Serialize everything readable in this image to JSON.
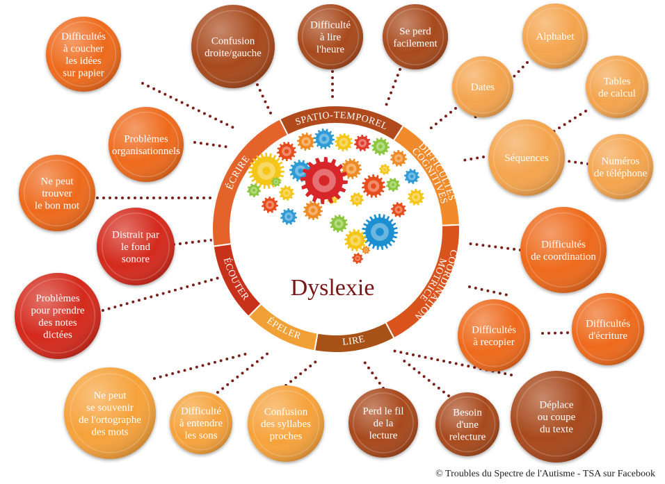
{
  "center": {
    "title": "Dyslexie",
    "title_color": "#7a1515"
  },
  "ring": {
    "segments": [
      {
        "id": "ecrire",
        "label": "ÉCRIRE",
        "color": "#e4632a"
      },
      {
        "id": "spatio",
        "label": "SPATIO-TEMPOREL",
        "color": "#b04a1c"
      },
      {
        "id": "cognitives",
        "label": "DIFFICULTÉS COGNITIVES",
        "line1": "DIFFICULTÉS",
        "line2": "COGNITIVES",
        "color": "#f08a2a"
      },
      {
        "id": "coordination",
        "label": "COORDINATION MOTRICE",
        "line1": "COORDINATION",
        "line2": "MOTRICE",
        "color": "#d9541c"
      },
      {
        "id": "lire",
        "label": "LIRE",
        "color": "#a85218"
      },
      {
        "id": "epeler",
        "label": "ÉPELER",
        "color": "#f0a035"
      },
      {
        "id": "ecouter",
        "label": "ÉCOUTER",
        "color": "#c8321a"
      }
    ]
  },
  "bubbles": [
    {
      "id": "difficultes-coucher-idees",
      "lines": [
        "Difficultés",
        "à coucher",
        "les idées",
        "sur papier"
      ],
      "color": "#ee6a1e"
    },
    {
      "id": "problemes-organisationnels",
      "lines": [
        "Problèmes",
        "organisationnels"
      ],
      "color": "#ee6a1e"
    },
    {
      "id": "ne-peut-trouver-bon-mot",
      "lines": [
        "Ne peut",
        "trouver",
        "le bon mot"
      ],
      "color": "#ee6a1e"
    },
    {
      "id": "distrait-fond-sonore",
      "lines": [
        "Distrait par",
        "le fond",
        "sonore"
      ],
      "color": "#d42a1c"
    },
    {
      "id": "problemes-prendre-notes",
      "lines": [
        "Problèmes",
        "pour prendre",
        "des notes",
        "dictées"
      ],
      "color": "#d42a1c"
    },
    {
      "id": "confusion-droite-gauche",
      "lines": [
        "Confusion",
        "droite/gauche"
      ],
      "color": "#a8481a"
    },
    {
      "id": "difficulte-lire-heure",
      "lines": [
        "Difficulté",
        "à lire",
        "l'heure"
      ],
      "color": "#a8481a"
    },
    {
      "id": "se-perd-facilement",
      "lines": [
        "Se perd",
        "facilement"
      ],
      "color": "#a8481a"
    },
    {
      "id": "dates",
      "lines": [
        "Dates"
      ],
      "color": "#f4a44e"
    },
    {
      "id": "alphabet",
      "lines": [
        "Alphabet"
      ],
      "color": "#f4a44e"
    },
    {
      "id": "tables-calcul",
      "lines": [
        "Tables",
        "de calcul"
      ],
      "color": "#f4a44e"
    },
    {
      "id": "sequences",
      "lines": [
        "Séquences"
      ],
      "color": "#f4a44e"
    },
    {
      "id": "numeros-telephone",
      "lines": [
        "Numéros",
        "de téléphone"
      ],
      "color": "#f4a44e"
    },
    {
      "id": "difficultes-coordination",
      "lines": [
        "Difficultés",
        "de coordination"
      ],
      "color": "#ee6a1e"
    },
    {
      "id": "difficultes-recopier",
      "lines": [
        "Difficultés",
        "à recopier"
      ],
      "color": "#ee6a1e"
    },
    {
      "id": "difficultes-ecriture",
      "lines": [
        "Difficultés",
        "d'écriture"
      ],
      "color": "#ee6a1e"
    },
    {
      "id": "deplace-coupe-texte",
      "lines": [
        "Déplace",
        "ou coupe",
        "du texte"
      ],
      "color": "#a8481a"
    },
    {
      "id": "besoin-relecture",
      "lines": [
        "Besoin",
        "d'une",
        "relecture"
      ],
      "color": "#a8481a"
    },
    {
      "id": "perd-fil-lecture",
      "lines": [
        "Perd le fil",
        "de la",
        "lecture"
      ],
      "color": "#a8481a"
    },
    {
      "id": "confusion-syllabes",
      "lines": [
        "Confusion",
        "des syllabes",
        "proches"
      ],
      "color": "#f6a23a"
    },
    {
      "id": "difficulte-entendre-sons",
      "lines": [
        "Difficulté",
        "à entendre",
        "les sons"
      ],
      "color": "#f6a23a"
    },
    {
      "id": "ne-peut-souvenir-ortographe",
      "lines": [
        "Ne peut",
        "se souvenir",
        "de l'ortographe",
        "des mots"
      ],
      "color": "#f6a23a"
    }
  ],
  "credit": "© Troubles du Spectre de l'Autisme - TSA sur Facebook"
}
